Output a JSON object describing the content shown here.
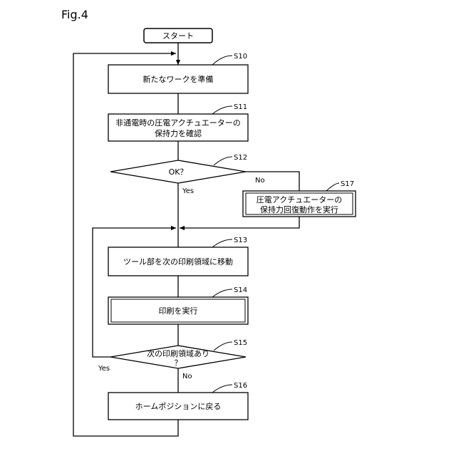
{
  "figure_label": "Fig.4",
  "start": "スタート",
  "steps": {
    "s10": {
      "id": "S10",
      "lines": [
        "新たなワークを準備"
      ]
    },
    "s11": {
      "id": "S11",
      "lines": [
        "非通電時の圧電アクチュエーターの",
        "保持力を確認"
      ]
    },
    "s12": {
      "id": "S12",
      "lines": [
        "OK？"
      ]
    },
    "s13": {
      "id": "S13",
      "lines": [
        "ツール部を次の印刷領域に移動"
      ]
    },
    "s14": {
      "id": "S14",
      "lines": [
        "印刷を実行"
      ]
    },
    "s15": {
      "id": "S15",
      "lines": [
        "次の印刷領域あり",
        "？"
      ]
    },
    "s16": {
      "id": "S16",
      "lines": [
        "ホームポジションに戻る"
      ]
    },
    "s17": {
      "id": "S17",
      "lines": [
        "圧電アクチュエーターの",
        "保持力回復動作を実行"
      ]
    }
  },
  "branches": {
    "s12_no": "No",
    "s12_yes": "Yes",
    "s15_yes": "Yes",
    "s15_no": "No"
  }
}
